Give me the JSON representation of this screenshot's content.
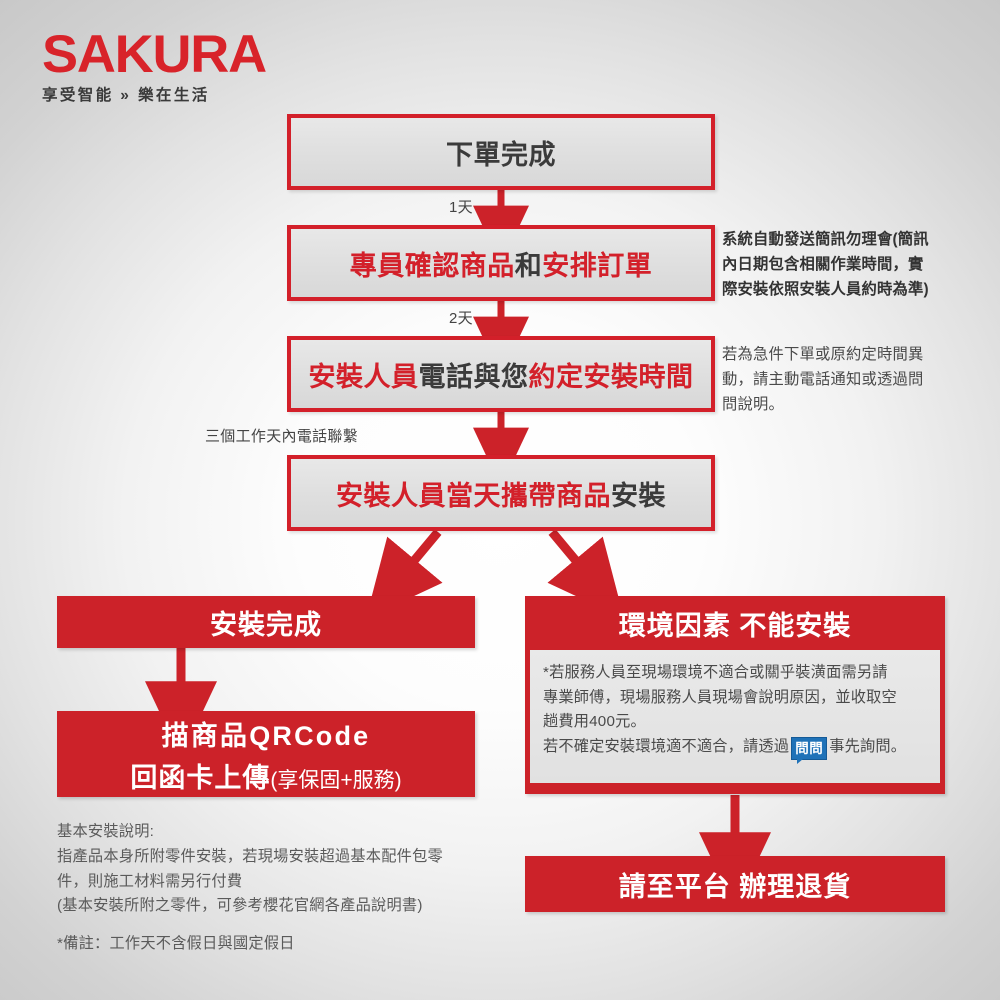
{
  "brand": {
    "name": "SAKURA",
    "tagline": "享受智能 » 樂在生活",
    "accent_color": "#d3202a"
  },
  "flow": {
    "steps": [
      {
        "id": "order-complete",
        "style": "outlined",
        "text": "下單完成",
        "segments": [
          {
            "text": "下單完成",
            "color": "dark"
          }
        ]
      },
      {
        "id": "staff-confirm",
        "style": "outlined",
        "text": "專員確認商品和安排訂單",
        "segments": [
          {
            "text": "專員確認商品",
            "color": "red"
          },
          {
            "text": "和",
            "color": "dark"
          },
          {
            "text": "安排訂單",
            "color": "red"
          }
        ]
      },
      {
        "id": "installer-call",
        "style": "outlined",
        "text": "安裝人員電話與您約定安裝時間",
        "segments": [
          {
            "text": "安裝人員",
            "color": "red"
          },
          {
            "text": "電話與您",
            "color": "dark"
          },
          {
            "text": "約定安裝時間",
            "color": "red"
          }
        ]
      },
      {
        "id": "installer-onsite",
        "style": "outlined",
        "text": "安裝人員當天攜帶商品安裝",
        "segments": [
          {
            "text": "安裝人員當天攜帶商品",
            "color": "red"
          },
          {
            "text": "安裝",
            "color": "dark"
          }
        ]
      }
    ],
    "connector_labels": [
      {
        "id": "label-1day",
        "text": "1天"
      },
      {
        "id": "label-2days",
        "text": "2天"
      },
      {
        "id": "label-three-workdays",
        "text": "三個工作天內電話聯繫"
      }
    ]
  },
  "branches": {
    "success": {
      "header": "安裝完成",
      "action_line1": "描商品QRCode",
      "action_line2_main": "回函卡上傳",
      "action_line2_suffix": "(享保固+服務)"
    },
    "failure": {
      "header": "環境因素  不能安裝",
      "body_line1": "*若服務人員至現場環境不適合或關乎裝潢面需另請",
      "body_line2": "專業師傅，現場服務人員現場會說明原因，並收取空",
      "body_line3": "趟費用400元。",
      "body_line4_prefix": "若不確定安裝環境適不適合，請透過",
      "body_badge": "問問",
      "body_line4_suffix": "事先詢問。",
      "badge_color": "#1f72b8",
      "result": "請至平台  辦理退貨"
    }
  },
  "annotations": [
    {
      "id": "sms-note",
      "bold": true,
      "lines": [
        "系統自動發送簡訊勿理會(簡訊",
        "內日期包含相關作業時間，實",
        "際安裝依照安裝人員約時為準)"
      ]
    },
    {
      "id": "urgent-note",
      "bold": false,
      "lines": [
        "若為急件下單或原約定時間異",
        "動，請主動電話通知或透過問",
        "問說明。"
      ]
    }
  ],
  "footer": {
    "title": "基本安裝說明:",
    "line1": "指產品本身所附零件安裝，若現場安裝超過基本配件包零",
    "line2": "件，則施工材料需另行付費",
    "line3": "(基本安裝所附之零件，可參考櫻花官網各產品說明書)",
    "remark": "*備註：工作天不含假日與國定假日"
  }
}
